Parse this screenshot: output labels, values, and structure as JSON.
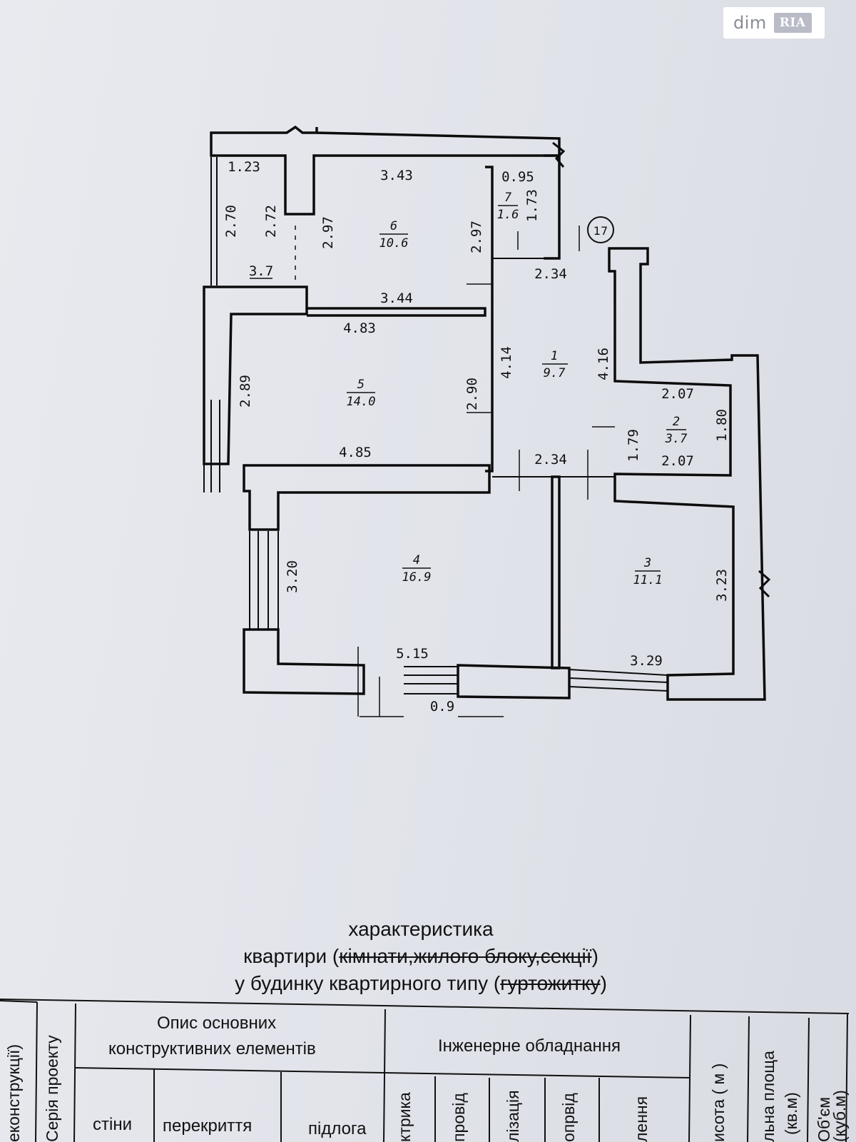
{
  "watermark": {
    "text": "dim",
    "badge": "RIA"
  },
  "plan": {
    "axis_marker": "17",
    "rooms": [
      {
        "id": "1",
        "area": "9.7"
      },
      {
        "id": "2",
        "area": "3.7"
      },
      {
        "id": "3",
        "area": "11.1"
      },
      {
        "id": "4",
        "area": "16.9"
      },
      {
        "id": "5",
        "area": "14.0"
      },
      {
        "id": "6",
        "area": "10.6"
      },
      {
        "id": "7",
        "area": "1.6"
      }
    ],
    "dims": {
      "d_1_23": "1.23",
      "d_2_70": "2.70",
      "d_2_72": "2.72",
      "d_2_97_a": "2.97",
      "d_3_7": "3.7",
      "d_3_43": "3.43",
      "d_2_97_b": "2.97",
      "d_3_44": "3.44",
      "d_0_95": "0.95",
      "d_1_73": "1.73",
      "d_2_34_top": "2.34",
      "d_4_83": "4.83",
      "d_2_89": "2.89",
      "d_2_90": "2.90",
      "d_4_85": "4.85",
      "d_4_14": "4.14",
      "d_4_16": "4.16",
      "d_2_07_top": "2.07",
      "d_1_79": "1.79",
      "d_1_80": "1.80",
      "d_2_07_bot": "2.07",
      "d_2_34_bot": "2.34",
      "d_3_20": "3.20",
      "d_3_23": "3.23",
      "d_5_15": "5.15",
      "d_3_29": "3.29",
      "d_0_9": "0.9"
    }
  },
  "heading": {
    "line1": "характеристика",
    "line2_a": "квартири (",
    "line2_struck": "кімнати,жилого блоку,секції",
    "line2_b": ")",
    "line3_a": "у будинку квартирного типу (",
    "line3_struck": "гуртожитку",
    "line3_b": ")"
  },
  "table": {
    "col_reconstruction": "еконструкції)",
    "col_series": "Серія проекту",
    "group_structural": "Опис основних",
    "group_structural_2": "конструктивних елементів",
    "col_walls": "стіни",
    "col_floors": "перекриття",
    "col_floor": "підлога",
    "group_engineering": "Інженерне обладнання",
    "col_electric": "ктрика",
    "col_wire": "провід",
    "col_sewer": "лізація",
    "col_water": "опрвід",
    "col_heating": "лення",
    "col_height": "исота ( м )",
    "col_area": "льна площа",
    "col_area_unit": "(кв.м)",
    "col_volume": "Об'єм",
    "col_volume_unit": "(куб.м)"
  }
}
